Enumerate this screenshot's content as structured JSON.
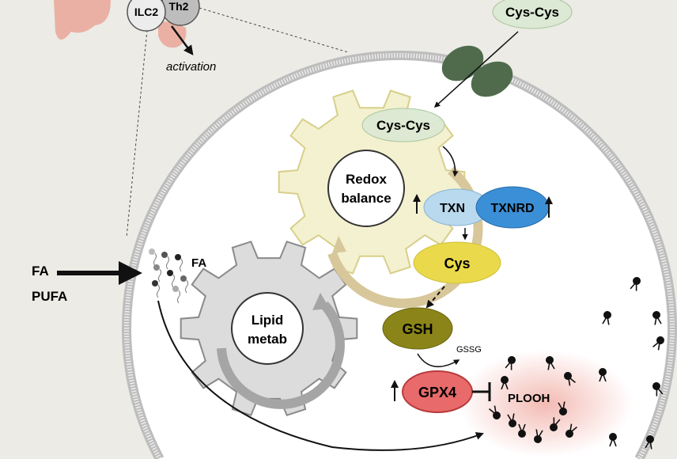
{
  "cells": {
    "ilc2": "ILC2",
    "th2": "Th2",
    "activation": "activation"
  },
  "inputs": {
    "fa": "FA",
    "pufa": "PUFA",
    "fa_inside": "FA"
  },
  "transport": {
    "cys_cys_outside": "Cys-Cys",
    "cys_cys_inside": "Cys-Cys"
  },
  "gears": {
    "redox_line1": "Redox",
    "redox_line2": "balance",
    "lipid_line1": "Lipid",
    "lipid_line2": "metab"
  },
  "nodes": {
    "txn": "TXN",
    "txnrd": "TXNRD",
    "cys": "Cys",
    "gsh": "GSH",
    "gssg": "GSSG",
    "gpx4": "GPX4",
    "plooh": "PLOOH"
  },
  "colors": {
    "background": "#ecebe5",
    "redox_gear": "#f3f1cf",
    "lipid_gear": "#dcdcdc",
    "txn": "#b9d9ee",
    "txnrd": "#3b8fd6",
    "cys": "#ead94a",
    "gsh": "#8b8418",
    "gpx4": "#e86a6a",
    "cys_cys": "#dce9d4",
    "transporter": "#4f6b4c"
  }
}
